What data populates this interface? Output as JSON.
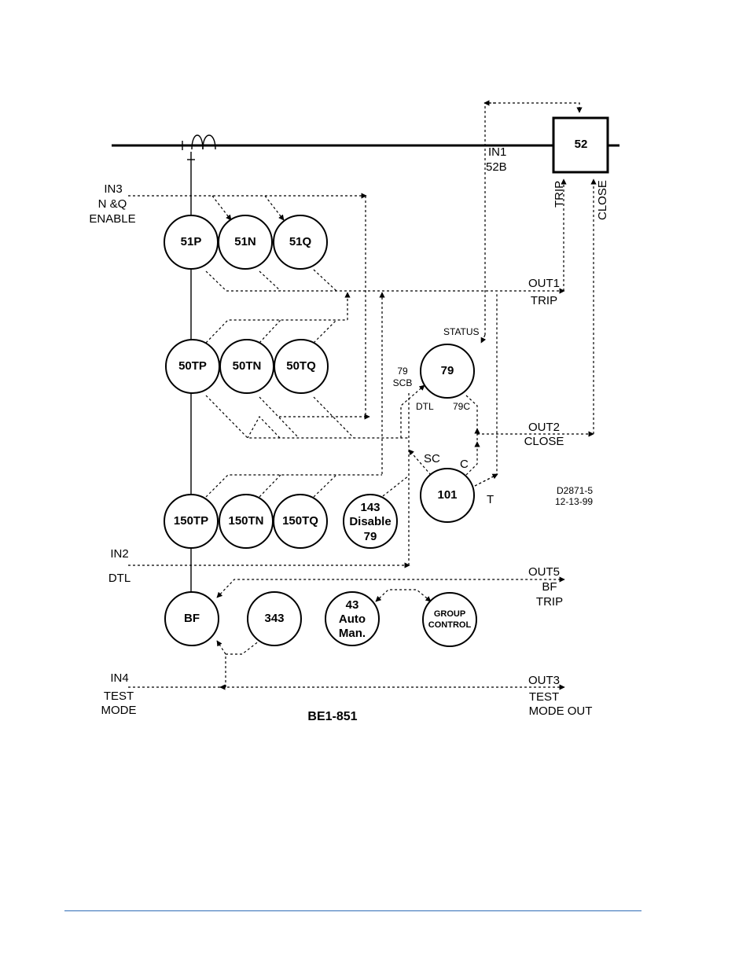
{
  "breaker": {
    "label": "52"
  },
  "inputs": {
    "in1": [
      "IN1",
      "52B"
    ],
    "in2": [
      "IN2",
      "DTL"
    ],
    "in3": [
      "IN3",
      "N &Q",
      "ENABLE"
    ],
    "in4": [
      "IN4",
      "TEST",
      "MODE"
    ]
  },
  "outputs": {
    "out1": [
      "OUT1",
      "TRIP"
    ],
    "out2": [
      "OUT2",
      "CLOSE"
    ],
    "out3": [
      "OUT3",
      "TEST",
      "MODE OUT"
    ],
    "out5": [
      "OUT5",
      "BF",
      "TRIP"
    ]
  },
  "breaker_labels": {
    "trip": "TRIP",
    "close": "CLOSE"
  },
  "relays": {
    "r51p": "51P",
    "r51n": "51N",
    "r51q": "51Q",
    "r50tp": "50TP",
    "r50tn": "50TN",
    "r50tq": "50TQ",
    "r150tp": "150TP",
    "r150tn": "150TN",
    "r150tq": "150TQ",
    "r79": "79",
    "r101": "101",
    "r143": [
      "143",
      "Disable",
      "79"
    ],
    "rbf": "BF",
    "r343": "343",
    "r43": [
      "43",
      "Auto",
      "Man."
    ],
    "group_control": [
      "GROUP",
      "CONTROL"
    ]
  },
  "signals": {
    "status": "STATUS",
    "scb": [
      "79",
      "SCB"
    ],
    "dtl": "DTL",
    "c79": "79C",
    "sc": "SC",
    "c": "C",
    "t": "T"
  },
  "drawing_id": [
    "D2871-5",
    "12-13-99"
  ],
  "device_name": "BE1-851"
}
